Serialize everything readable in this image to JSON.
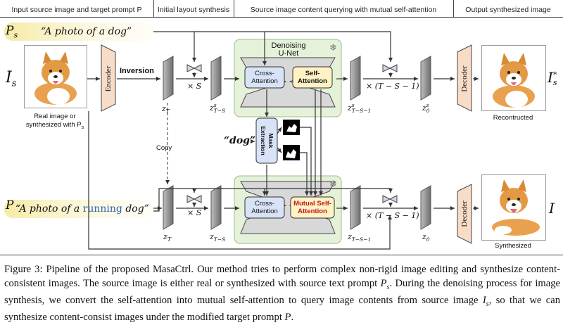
{
  "headers": {
    "col1": "Input source image and target prompt P",
    "col2": "Initial layout synthesis",
    "col3": "Source image content querying with mutual self-attention",
    "col4": "Output synthesized image"
  },
  "prompts": {
    "source_symbol": "P",
    "source_sub": "s",
    "source_text": "“A photo of a dog”",
    "target_symbol": "P",
    "target_pre": "“A photo of a ",
    "target_highlight": "running",
    "target_post": " dog”"
  },
  "labels": {
    "is_symbol": "I",
    "is_sub": "s",
    "real_image_line1": "Real image or",
    "real_image_line2": "synthesized with P",
    "real_image_sub": "s",
    "encoder": "Encoder",
    "inversion": "Inversion",
    "decoder_top": "Decoder",
    "decoder_bottom": "Decoder",
    "copy": "Copy",
    "denoising_line1": "Denoising",
    "denoising_line2": "U-Net",
    "cross_attention_top": "Cross-Attention",
    "self_attention": "Self-Attention",
    "cross_attention_bottom": "Cross-Attention",
    "mutual_self_attention": "Mutual Self-Attention",
    "mask_extraction": "Mask Extraction",
    "dog_token": "“dog”",
    "reconstructed": "Recontructed",
    "synthesized": "Synthesized",
    "is_star_symbol": "I",
    "is_star_sub": "s",
    "is_star_sup": "*",
    "i_symbol": "I"
  },
  "math": {
    "zT_top": "z",
    "zT_top_sub": "T",
    "times_s_top": "× S",
    "z_ts_top": "z",
    "z_ts_top_sup": "s",
    "z_ts_top_sub": "T−S",
    "z_ts1_top": "z",
    "z_ts1_top_sup": "s",
    "z_ts1_top_sub": "T−S−1",
    "times_tail_top": "× (T − S − 1)",
    "z0_top": "z",
    "z0_top_sup": "s",
    "z0_top_sub": "0",
    "zT_bot": "z",
    "zT_bot_sub": "T",
    "times_s_bot": "× S",
    "z_ts_bot": "z",
    "z_ts_bot_sub": "T−S",
    "z_ts1_bot": "z",
    "z_ts1_bot_sub": "T−S−1",
    "times_tail_bot": "× (T − S − 1)",
    "z0_bot": "z",
    "z0_bot_sub": "0"
  },
  "caption": {
    "text1": "Figure 3: Pipeline of the proposed MasaCtrl. Our method tries to perform complex non-rigid image editing and synthesize content-consistent images. The source image is either real or synthesized with source text prompt ",
    "ps": "P",
    "ps_sub": "s",
    "text2": ". During the denoising process for image synthesis, we convert the self-attention into mutual self-attention to query image contents from source image ",
    "is": "I",
    "is_sub": "s",
    "text3": ", so that we can synthesize content-consist images under the modified target prompt ",
    "p": "P",
    "text4": "."
  },
  "colors": {
    "unet_fill": "#e5f2da",
    "encoder_fill": "#f7dcc8",
    "cross_fill": "#d9e3f7",
    "self_fill": "#fff3c4",
    "prompt_highlight": "#f8efb5",
    "accent_red": "#c0121b",
    "running_blue": "#2f62b3"
  }
}
